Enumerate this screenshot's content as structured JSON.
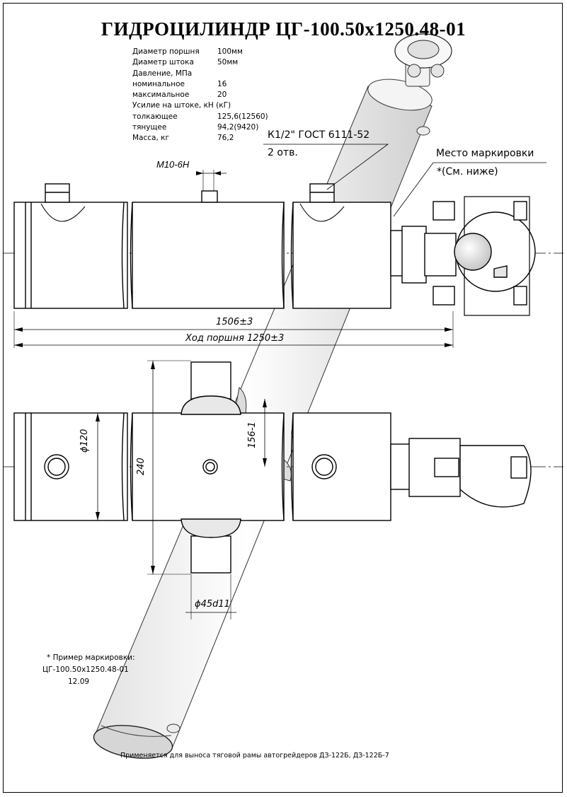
{
  "title": "ГИДРОЦИЛИНДР  ЦГ-100.50х1250.48-01",
  "specs": [
    {
      "label": "Диаметр поршня",
      "value": "100мм"
    },
    {
      "label": "Диаметр штока",
      "value": "50мм"
    },
    {
      "label": "Давление, МПа",
      "value": ""
    },
    {
      "label": "номинальное",
      "value": "16"
    },
    {
      "label": "максимальное",
      "value": "20"
    },
    {
      "label": "Усилие на штоке, кН (кГ)",
      "value": ""
    },
    {
      "label": "толкающее",
      "value": "125,6(12560)"
    },
    {
      "label": "тянущее",
      "value": "94,2(9420)"
    },
    {
      "label": "Масса, кг",
      "value": "76,2"
    }
  ],
  "annotations": {
    "port": "К1/2\" ГОСТ 6111-52",
    "port_count": "2 отв.",
    "marking_place": "Место маркировки",
    "marking_ref": "*(См. ниже)",
    "thread": "М10-6Н",
    "length": "1506±3",
    "stroke": "Ход поршня 1250±3",
    "dia_body": "ϕ120",
    "trunnion_span": "240",
    "trunnion_offset": "156-1",
    "trunnion_dia": "ϕ45d11"
  },
  "marking_example": {
    "heading": "* Пример маркировки:",
    "line1": "ЦГ-100.50х1250.48-01",
    "line2": "12.09"
  },
  "footer": "Применяется для выноса тяговой рамы автогрейдеров ДЗ-122Б, ДЗ-122Б-7"
}
